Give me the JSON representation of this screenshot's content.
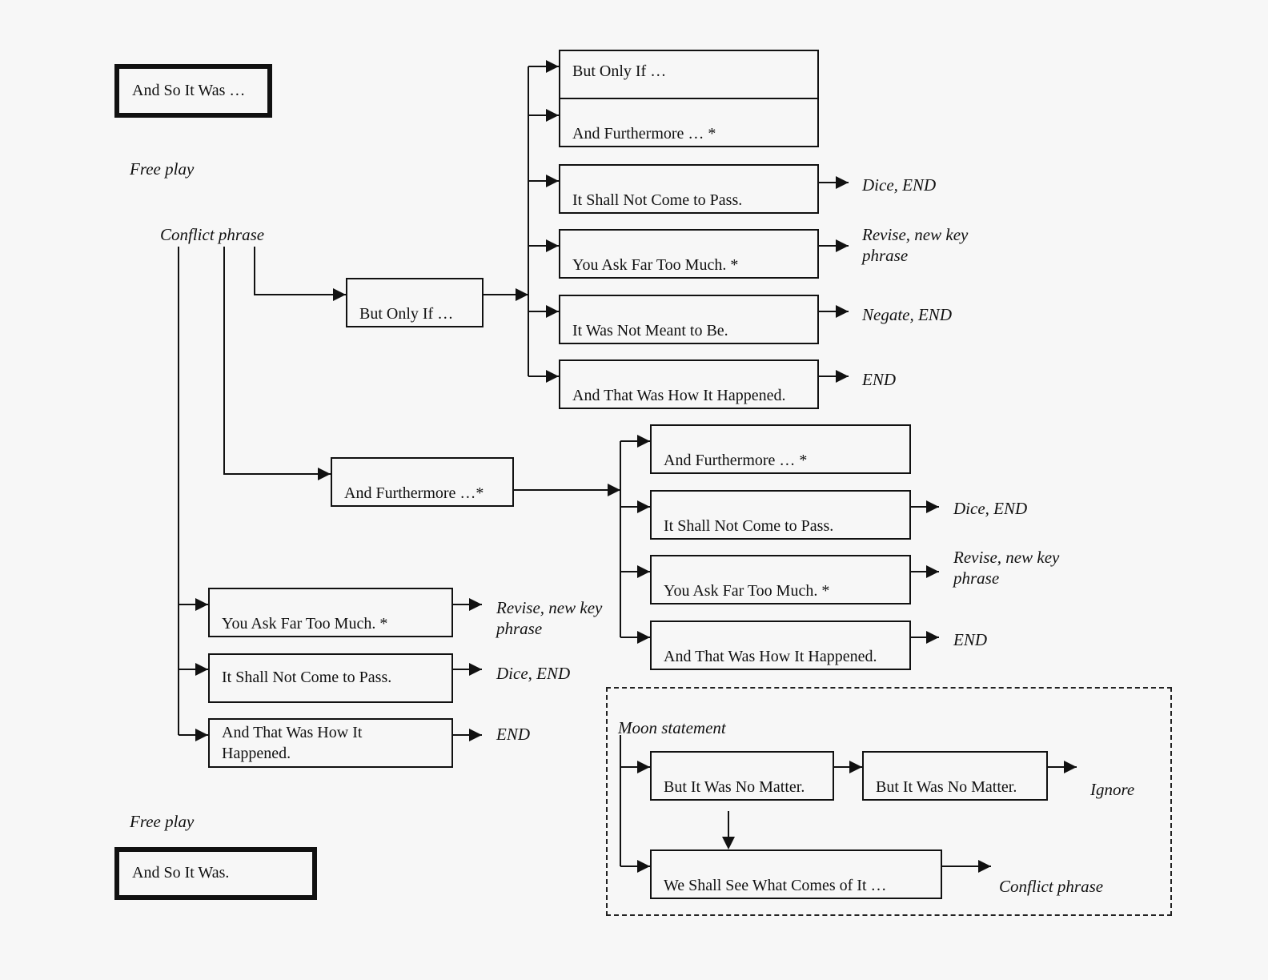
{
  "terminals": {
    "start": "And So It Was …",
    "end": "And So It Was."
  },
  "labels": {
    "free_play_top": "Free play",
    "free_play_bottom": "Free play",
    "conflict_phrase": "Conflict phrase",
    "moon_statement": "Moon statement",
    "ignore": "Ignore",
    "moon_conflict_phrase": "Conflict phrase"
  },
  "branch1": {
    "box": "But Only If …",
    "options": [
      {
        "label": "But Only If …",
        "outcome": ""
      },
      {
        "label": "And Furthermore … *",
        "outcome": ""
      },
      {
        "label": "It Shall Not Come to Pass.",
        "outcome": "Dice, END"
      },
      {
        "label": "You Ask Far Too Much. *",
        "outcome": "Revise, new key phrase"
      },
      {
        "label": "It Was Not Meant to Be.",
        "outcome": "Negate, END"
      },
      {
        "label": "And That Was How It Happened.",
        "outcome": "END"
      }
    ]
  },
  "branch2": {
    "box": "And Furthermore …*",
    "options": [
      {
        "label": "And Furthermore … *",
        "outcome": ""
      },
      {
        "label": "It Shall Not Come to Pass.",
        "outcome": "Dice, END"
      },
      {
        "label": "You Ask Far Too Much. *",
        "outcome": "Revise, new key phrase"
      },
      {
        "label": "And That Was How It Happened.",
        "outcome": "END"
      }
    ]
  },
  "branch3": {
    "options": [
      {
        "label": "You Ask Far Too Much. *",
        "outcome": "Revise, new key phrase"
      },
      {
        "label": "It Shall Not Come to Pass.",
        "outcome": "Dice, END"
      },
      {
        "label": "And That Was How It Happened.",
        "outcome": "END"
      }
    ]
  },
  "moon": {
    "no_matter_1": "But It Was No Matter.",
    "no_matter_2": "But It Was No Matter.",
    "shall_see": "We Shall See What Comes of It …"
  }
}
